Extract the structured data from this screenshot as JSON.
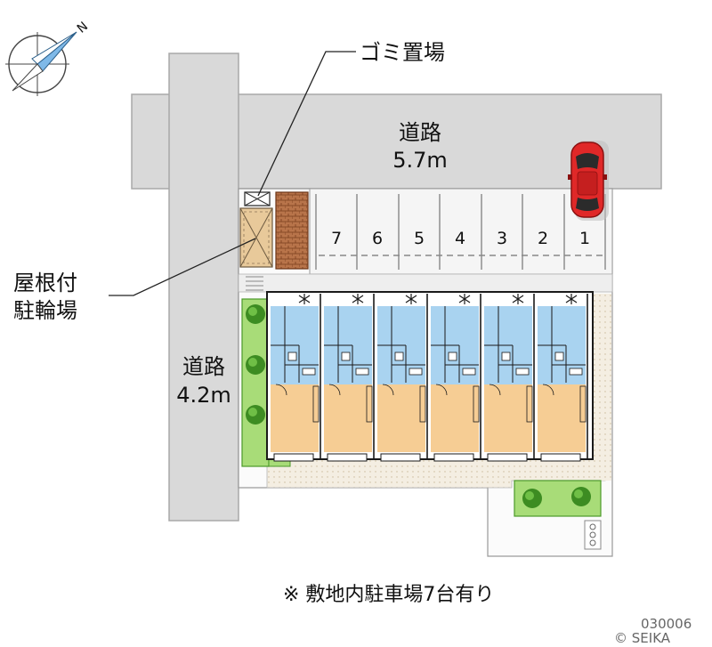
{
  "labels": {
    "north_mark": "N",
    "garbage_area": "ゴミ置場",
    "main_road_name": "道路",
    "main_road_width": "5.7m",
    "side_road_name": "道路",
    "side_road_width": "4.2m",
    "bicycle_parking_line1": "屋根付",
    "bicycle_parking_line2": "駐輪場",
    "footnote": "※ 敷地内駐車場7台有り",
    "property_code": "030006",
    "copyright": "© SEIKA"
  },
  "parking": {
    "stalls": [
      "7",
      "6",
      "5",
      "4",
      "3",
      "2",
      "1"
    ]
  },
  "building": {
    "unit_count": 6
  },
  "colors": {
    "road": "#d9d9d9",
    "road_outline": "#a8a8a8",
    "lawn": "#a8dc78",
    "lawn_dark": "#4c9a2a",
    "bath_area": "#a9d3f0",
    "room_area": "#f6cd94",
    "parking_pavement": "#f5f5f5",
    "sidewalk": "#f4eee2",
    "brick": "#b8744a",
    "car_body": "#e02828",
    "compass_accent": "#7fb9e8"
  },
  "icons": {
    "compass": "compass-rose-icon",
    "car": "parked-car-icon",
    "tree": "tree-icon"
  }
}
